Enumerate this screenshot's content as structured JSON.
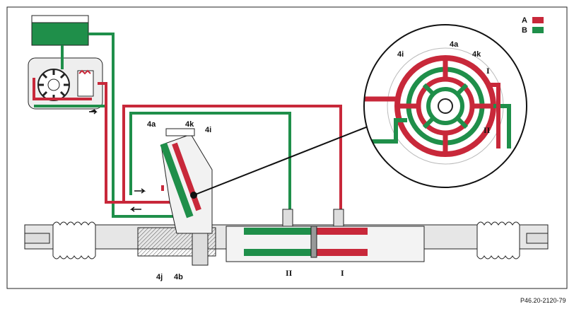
{
  "legend": {
    "a_label": "A",
    "b_label": "B",
    "a_color": "#c8283a",
    "b_color": "#1f8f4a"
  },
  "labels": {
    "valve_4a": "4a",
    "valve_4k": "4k",
    "valve_4i": "4i",
    "part_4j": "4j",
    "part_4b": "4b",
    "chamber_II": "II",
    "chamber_I": "I"
  },
  "detail_labels": {
    "d_4i": "4i",
    "d_4a": "4a",
    "d_4k": "4k",
    "d_I": "I",
    "d_II": "II"
  },
  "reference": "P46.20-2120-79",
  "colors": {
    "red": "#c8283a",
    "green": "#1f8f4a",
    "outline": "#222222",
    "metal": "#d9d9d9"
  }
}
